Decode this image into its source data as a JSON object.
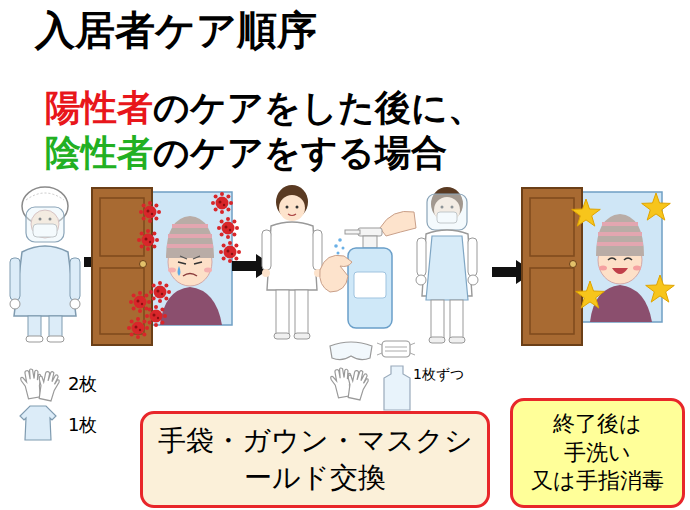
{
  "diagram": {
    "title": "入居者ケア順序",
    "nodes": [
      {
        "text": [
          "手袋・ガウン・マスクシールド交換"
        ]
      },
      {
        "text": [
          "終了後は 手洗い 又は手指消毒"
        ]
      }
    ],
    "labels": [
      "陽性者",
      "のケアをした後に、",
      "陰性者",
      "のケアをする場合",
      "2枚",
      "1枚",
      "1枚ずつ"
    ]
  }
}
